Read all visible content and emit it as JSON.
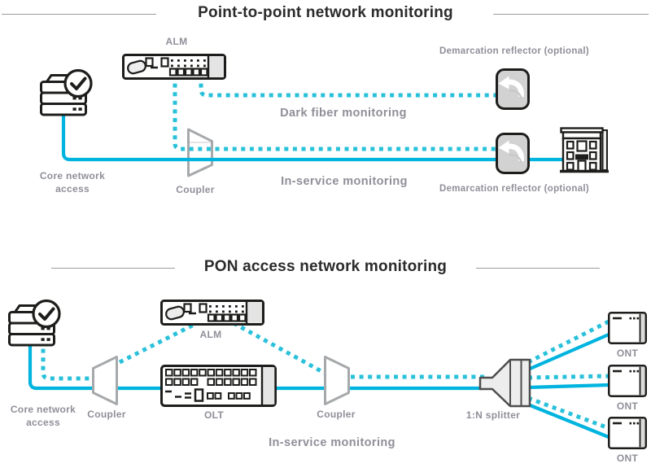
{
  "colors": {
    "solid_line": "#00b4df",
    "dotted_line": "#29c1da",
    "label_gray": "#8f8f99",
    "title_dark": "#2b2b2b",
    "device_outline": "#1d1d1b",
    "coupler_outline": "#a6a9ab",
    "splitter_outline": "#4d4d4d"
  },
  "icons": {
    "core_network": "server-stack-with-checkmark",
    "alm": "rack-unit-device",
    "coupler": "trapezoid-coupler",
    "reflector": "return-arrow-badge",
    "building": "office-building",
    "olt": "rack-unit-with-ports",
    "splitter": "horn-splitter",
    "ont": "modem-box"
  },
  "top_diagram": {
    "title": "Point-to-point network monitoring",
    "alm": "ALM",
    "demarcation_top": "Demarcation reflector (optional)",
    "demarcation_bottom": "Demarcation reflector (optional)",
    "dark_fiber": "Dark fiber monitoring",
    "in_service": "In-service monitoring",
    "core_network": "Core network access",
    "coupler": "Coupler"
  },
  "bottom_diagram": {
    "title": "PON access network monitoring",
    "alm": "ALM",
    "core_network": "Core network access",
    "coupler_left": "Coupler",
    "coupler_right": "Coupler",
    "olt": "OLT",
    "splitter": "1:N splitter",
    "in_service": "In-service monitoring",
    "onts": [
      "ONT",
      "ONT",
      "ONT"
    ]
  }
}
